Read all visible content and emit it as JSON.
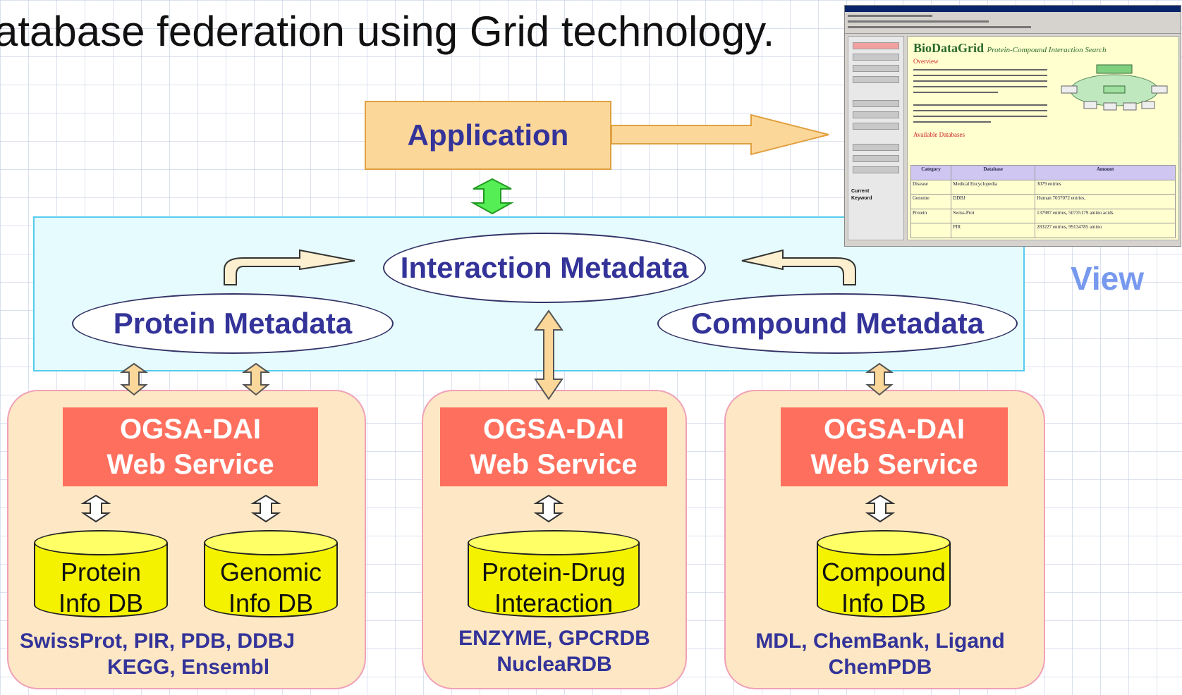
{
  "title": "atabase federation using Grid technology.",
  "application": {
    "label": "Application"
  },
  "view_label": "View",
  "metadata": {
    "interaction": "Interaction Metadata",
    "protein": "Protein Metadata",
    "compound": "Compound Metadata"
  },
  "groups": [
    {
      "service": {
        "line1": "OGSA-DAI",
        "line2": "Web Service"
      },
      "databases": [
        {
          "line1": "Protein",
          "line2": "Info DB"
        },
        {
          "line1": "Genomic",
          "line2": "Info DB"
        }
      ],
      "sources": [
        "SwissProt, PIR, PDB, DDBJ",
        "KEGG, Ensembl"
      ]
    },
    {
      "service": {
        "line1": "OGSA-DAI",
        "line2": "Web Service"
      },
      "databases": [
        {
          "line1": "Protein-Drug",
          "line2": "Interaction"
        }
      ],
      "sources": [
        "ENZYME, GPCRDB",
        "NucleaRDB"
      ]
    },
    {
      "service": {
        "line1": "OGSA-DAI",
        "line2": "Web Service"
      },
      "databases": [
        {
          "line1": "Compound",
          "line2": "Info DB"
        }
      ],
      "sources": [
        "MDL, ChemBank, Ligand",
        "ChemPDB"
      ]
    }
  ],
  "screenshot": {
    "heading": "BioDataGrid",
    "subheading": "Protein-Compound Interaction Search",
    "overview": "Overview",
    "available": "Available Databases",
    "keyword_label_1": "Current",
    "keyword_label_2": "Keyword",
    "table": {
      "headers": [
        "Category",
        "Database",
        "Amount"
      ],
      "rows": [
        [
          "Disease",
          "Medical Encyclopedia",
          "3079 entries"
        ],
        [
          "Genome",
          "DDBJ",
          "Human 7037072 entries,"
        ],
        [
          "Protein",
          "Swiss-Prot",
          "137987 entries, 50735179 amino acids"
        ],
        [
          "",
          "PIR",
          "283227 entries, 99134785 amino"
        ]
      ]
    }
  },
  "colors": {
    "label_text": "#333399",
    "ogsa_fill": "#ff6f5e",
    "group_fill": "#fde7c4",
    "metadata_fill": "#e6fbfd",
    "db_fill": "#f5f200",
    "view_text": "#7799ee"
  }
}
